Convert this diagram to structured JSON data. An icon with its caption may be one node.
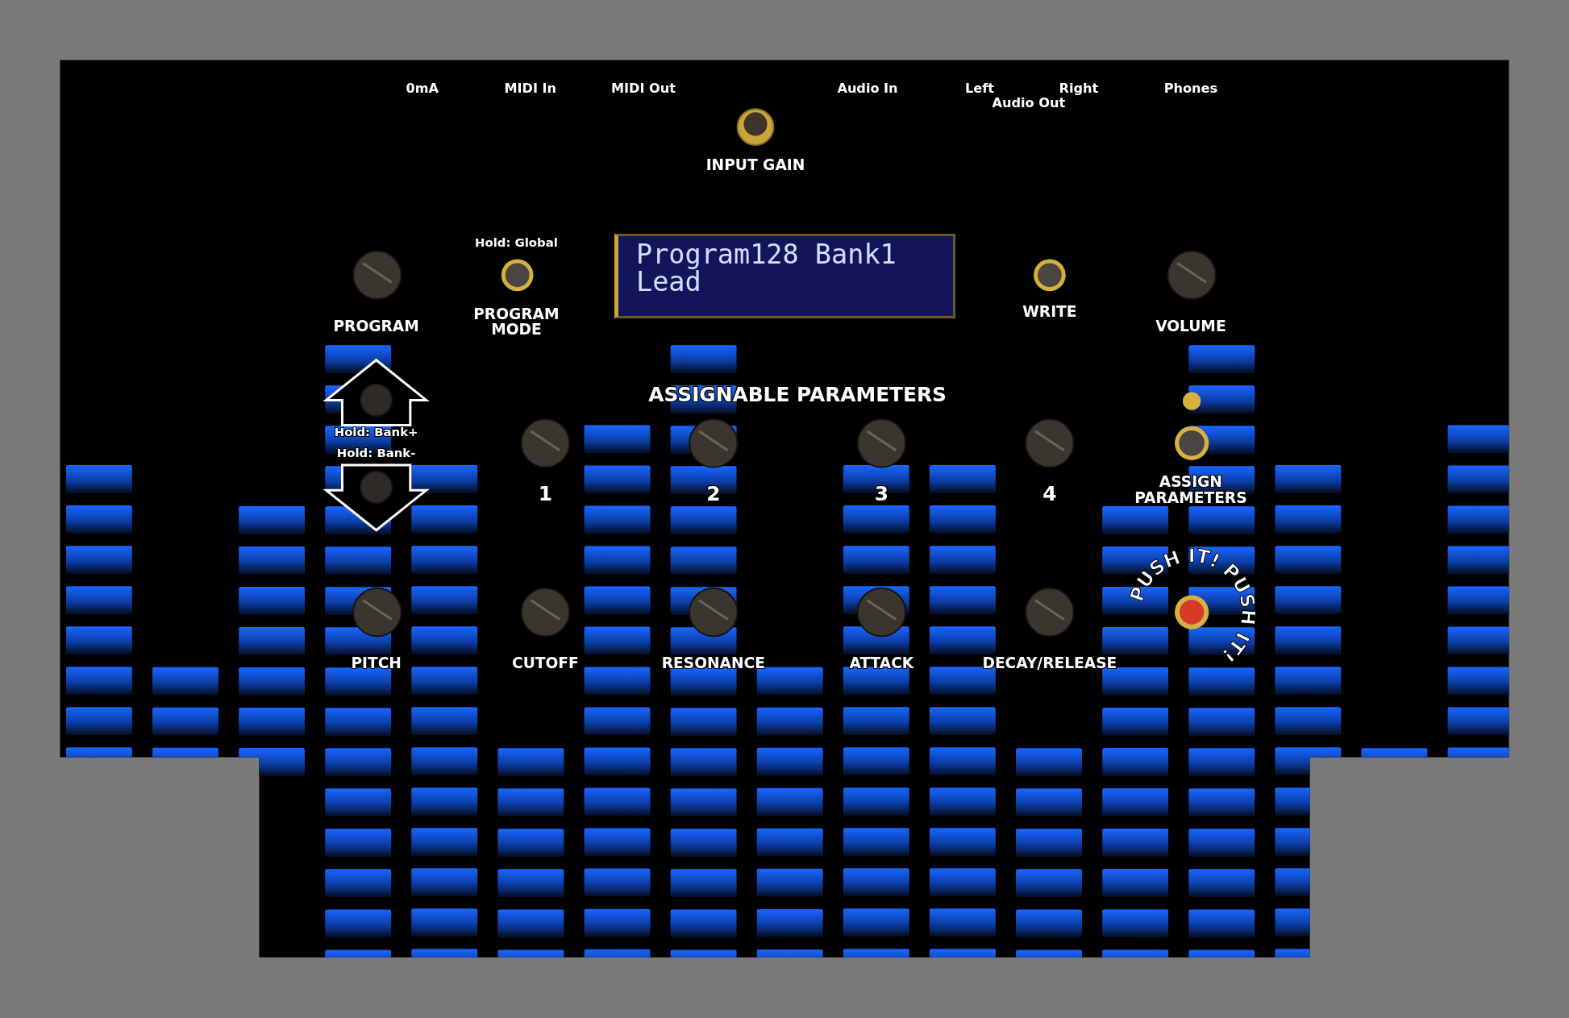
{
  "diagram": {
    "nodes": [
      {
        "text": [
          "Program128 Bank1",
          "Lead"
        ]
      }
    ],
    "labels": [
      "0mA",
      "MIDI In",
      "MIDI Out",
      "Audio In",
      "Left",
      "Right",
      "Audio Out",
      "Phones",
      "INPUT GAIN",
      "Hold: Global",
      "PROGRAM",
      "PROGRAM MODE",
      "WRITE",
      "VOLUME",
      "ASSIGNABLE PARAMETERS",
      "Hold: Bank+",
      "Hold: Bank-",
      "1",
      "2",
      "3",
      "4",
      "ASSIGN PARAMETERS",
      "PUSH IT! PUSH IT!",
      "PITCH",
      "CUTOFF",
      "RESONANCE",
      "ATTACK",
      "DECAY/RELEASE"
    ]
  }
}
